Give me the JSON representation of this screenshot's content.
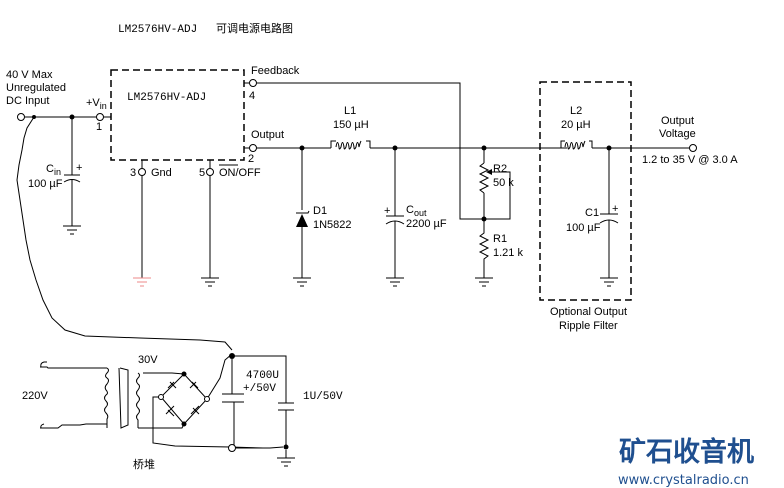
{
  "title": {
    "part": "LM2576HV-ADJ",
    "chinese": "可调电源电路图"
  },
  "input": {
    "line1": "40 V Max",
    "line2": "Unregulated",
    "line3": "DC Input",
    "vin_label": "+V",
    "vin_sub": "in",
    "pin1": "1"
  },
  "ic": {
    "name": "LM2576HV-ADJ",
    "feedback_label": "Feedback",
    "pin4": "4",
    "output_label": "Output",
    "pin2": "2",
    "pin3": "3",
    "gnd_label": "Gnd",
    "pin5": "5",
    "onoff_label": "ON/OFF"
  },
  "components": {
    "cin": {
      "name": "C",
      "sub": "in",
      "value": "100 µF",
      "polarity": "+"
    },
    "l1": {
      "name": "L1",
      "value": "150 µH"
    },
    "d1": {
      "name": "D1",
      "value": "1N5822"
    },
    "cout": {
      "name": "C",
      "sub": "out",
      "value": "2200 µF",
      "polarity": "+"
    },
    "r2": {
      "name": "R2",
      "value": "50 k"
    },
    "r1": {
      "name": "R1",
      "value": "1.21 k"
    },
    "l2": {
      "name": "L2",
      "value": "20 µH"
    },
    "c1": {
      "name": "C1",
      "value": "100 µF",
      "polarity": "+"
    }
  },
  "output": {
    "line1": "Output",
    "line2": "Voltage",
    "spec": "1.2 to 35 V @ 3.0 A"
  },
  "filter": {
    "line1": "Optional Output",
    "line2": "Ripple Filter"
  },
  "supply": {
    "mains": "220V",
    "secondary": "30V",
    "bridge": "桥堆",
    "cap_big_line1": "4700U",
    "cap_big_line2": "+/50V",
    "cap_small": "1U/50V"
  },
  "watermark": {
    "brand": "矿石收音机",
    "url": "www.crystalradio.cn",
    "color": "#1f4f8f"
  }
}
